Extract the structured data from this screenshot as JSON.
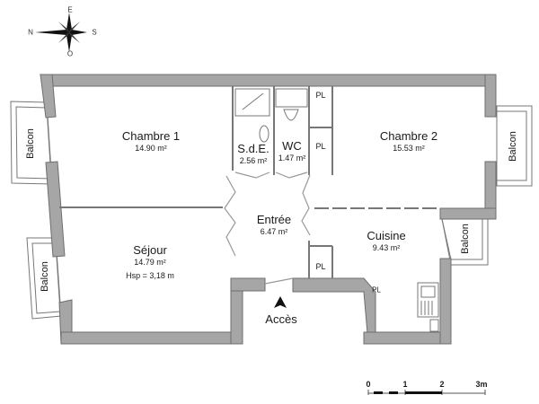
{
  "plan": {
    "wall_color": "#a6a6a6",
    "wall_stroke": "#6e6e6e",
    "thin_line_color": "#8c8c8c"
  },
  "compass": {
    "north": "N",
    "south": "S",
    "east": "E",
    "west": "O"
  },
  "rooms": {
    "chambre1": {
      "name": "Chambre 1",
      "area": "14.90 m²"
    },
    "sde": {
      "name": "S.d.E.",
      "area": "2.56 m²"
    },
    "wc": {
      "name": "WC",
      "area": "1.47 m²"
    },
    "chambre2": {
      "name": "Chambre 2",
      "area": "15.53 m²"
    },
    "entree": {
      "name": "Entrée",
      "area": "6.47 m²"
    },
    "cuisine": {
      "name": "Cuisine",
      "area": "9.43 m²"
    },
    "sejour": {
      "name": "Séjour",
      "area": "14.79 m²",
      "extra": "Hsp =  3,18 m"
    }
  },
  "closets": {
    "pl1": "PL",
    "pl2": "PL",
    "pl3": "PL",
    "pl4": "PL"
  },
  "balconies": {
    "left_top": "Balcon",
    "left_bottom": "Balcon",
    "right_top": "Balcon",
    "right_middle": "Balcon"
  },
  "access": {
    "label": "Accès"
  },
  "scale": {
    "ticks": [
      "0",
      "1",
      "2",
      "3m"
    ]
  }
}
